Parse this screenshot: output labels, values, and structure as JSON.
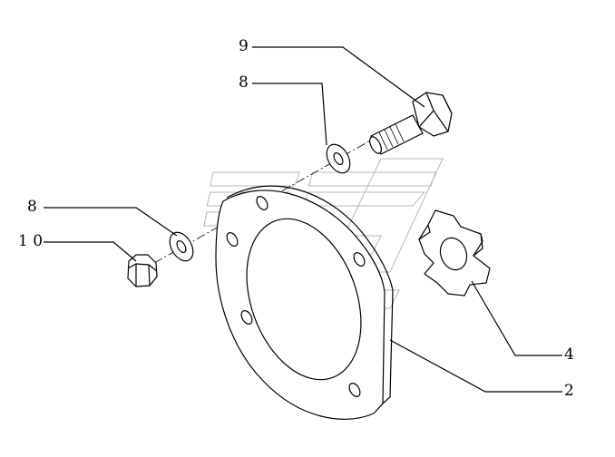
{
  "labels": {
    "bolt": "9",
    "washer_upper": "8",
    "washer_lower": "8",
    "nut": "1 0",
    "star_coupling": "4",
    "flange_plate": "2"
  }
}
